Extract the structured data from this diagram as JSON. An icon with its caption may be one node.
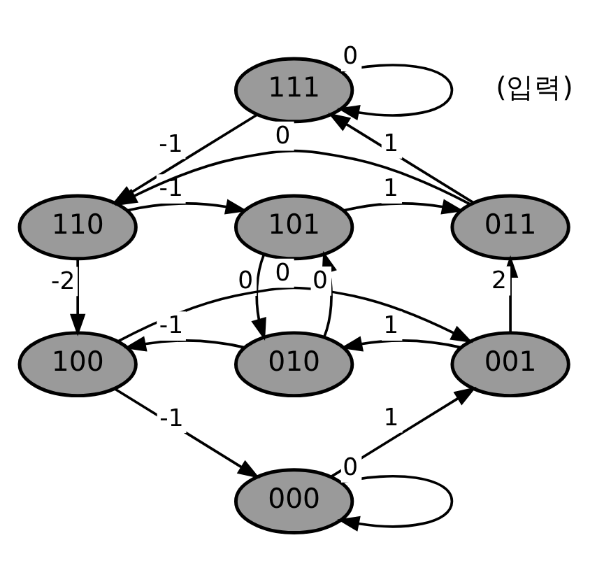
{
  "diagram": {
    "nodes": [
      {
        "text": [
          "111"
        ]
      },
      {
        "text": [
          "110"
        ]
      },
      {
        "text": [
          "101"
        ]
      },
      {
        "text": [
          "011"
        ]
      },
      {
        "text": [
          "100"
        ]
      },
      {
        "text": [
          "010"
        ]
      },
      {
        "text": [
          "001"
        ]
      },
      {
        "text": [
          "000"
        ]
      }
    ],
    "edges": [
      {
        "from": 0,
        "to": 0,
        "arrow": "to",
        "label": "0"
      },
      {
        "from": 0,
        "to": 1,
        "arrow": "to",
        "label": "-1"
      },
      {
        "from": 3,
        "to": 0,
        "arrow": "to",
        "label": "1"
      },
      {
        "from": 3,
        "to": 1,
        "arrow": "to",
        "label": "0"
      },
      {
        "from": 1,
        "to": 2,
        "arrow": "to",
        "label": "-1"
      },
      {
        "from": 2,
        "to": 3,
        "arrow": "to",
        "label": "1"
      },
      {
        "from": 1,
        "to": 4,
        "arrow": "to",
        "label": "-2"
      },
      {
        "from": 2,
        "to": 5,
        "arrow": "to",
        "label": "0"
      },
      {
        "from": 5,
        "to": 2,
        "arrow": "to",
        "label": "0"
      },
      {
        "from": 5,
        "to": 4,
        "arrow": "to",
        "label": "-1"
      },
      {
        "from": 6,
        "to": 5,
        "arrow": "to",
        "label": "1"
      },
      {
        "from": 6,
        "to": 3,
        "arrow": "to",
        "label": "2"
      },
      {
        "from": 4,
        "to": 6,
        "arrow": "to",
        "label": "0"
      },
      {
        "from": 4,
        "to": 7,
        "arrow": "to",
        "label": "-1"
      },
      {
        "from": 7,
        "to": 6,
        "arrow": "to",
        "label": "1"
      },
      {
        "from": 7,
        "to": 7,
        "arrow": "to",
        "label": "0"
      }
    ],
    "labels": [
      "(입력)"
    ]
  }
}
